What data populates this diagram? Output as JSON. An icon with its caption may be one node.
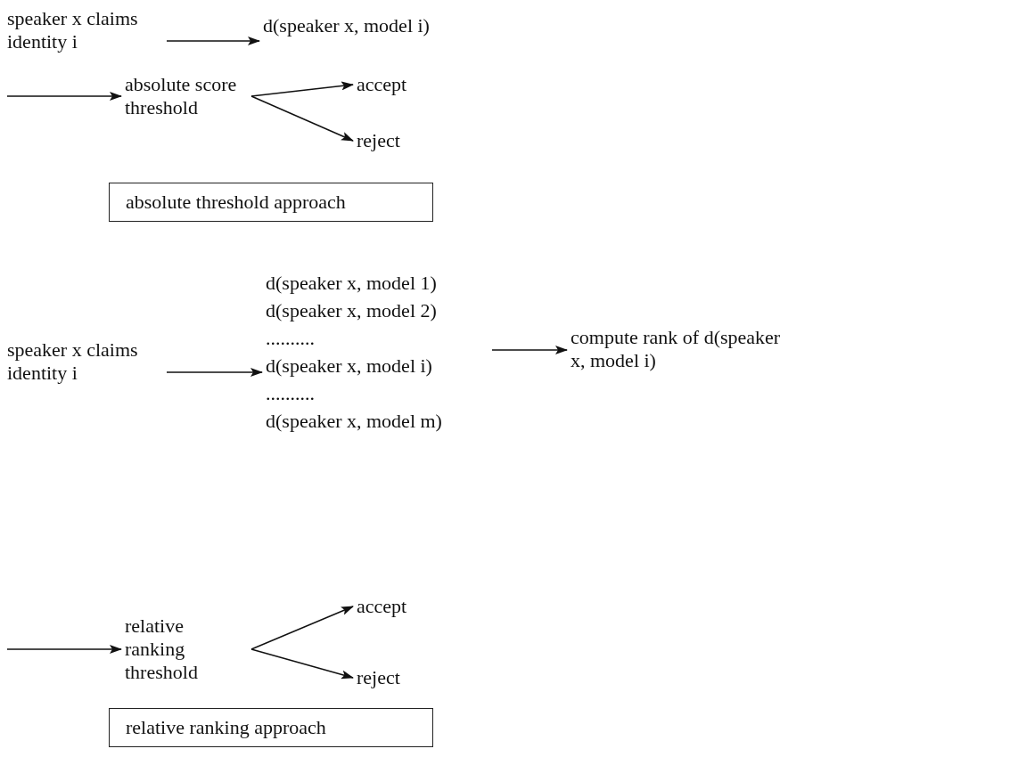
{
  "diagram": {
    "nodes": [
      {
        "text": [
          "speaker x claims identity i"
        ]
      },
      {
        "text": [
          "d(speaker x, model i)"
        ]
      },
      {
        "text": [
          "absolute score threshold"
        ]
      },
      {
        "text": [
          "accept"
        ]
      },
      {
        "text": [
          "reject"
        ]
      },
      {
        "text": [
          "absolute threshold approach"
        ]
      },
      {
        "text": [
          "speaker x claims identity i"
        ]
      },
      {
        "text": [
          "d(speaker x, model 1)",
          "d(speaker x, model 2)",
          "..........",
          "d(speaker x, model i)",
          "..........",
          "d(speaker x, model m)"
        ]
      },
      {
        "text": [
          "compute rank of d(speaker x, model i)"
        ]
      },
      {
        "text": [
          "relative ranking threshold"
        ]
      },
      {
        "text": [
          "accept"
        ]
      },
      {
        "text": [
          "reject"
        ]
      },
      {
        "text": [
          "relative ranking approach"
        ]
      }
    ],
    "edges": [
      {
        "from": 0,
        "to": 1,
        "arrow": "to"
      },
      {
        "from": null,
        "to": 2,
        "arrow": "to"
      },
      {
        "from": 2,
        "to": 3,
        "arrow": "to"
      },
      {
        "from": 2,
        "to": 4,
        "arrow": "to"
      },
      {
        "from": 6,
        "to": 7,
        "arrow": "to"
      },
      {
        "from": 7,
        "to": 8,
        "arrow": "to"
      },
      {
        "from": null,
        "to": 9,
        "arrow": "to"
      },
      {
        "from": 9,
        "to": 10,
        "arrow": "to"
      },
      {
        "from": 9,
        "to": 11,
        "arrow": "to"
      }
    ]
  }
}
